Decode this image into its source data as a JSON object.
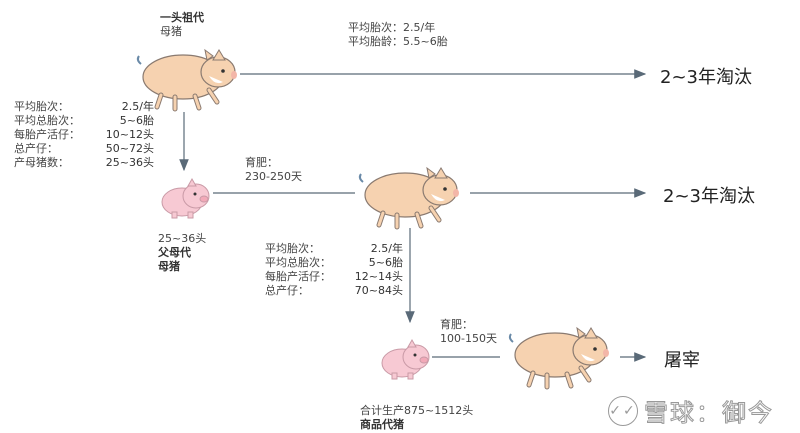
{
  "nodes": {
    "grandparent": {
      "title_line1": "一头祖代",
      "title_line2": "母猪"
    },
    "grandparent_stats": [
      {
        "label": "平均胎次：",
        "value": "2.5/年"
      },
      {
        "label": "平均总胎次：",
        "value": "5~6胎"
      },
      {
        "label": "每胎产活仔：",
        "value": "10~12头"
      },
      {
        "label": "总产仔：",
        "value": "50~72头"
      },
      {
        "label": "产母猪数：",
        "value": "25~36头"
      }
    ],
    "grandparent_culling_note": {
      "line1": "平均胎次：2.5/年",
      "line2": "平均胎龄：5.5~6胎"
    },
    "parent": {
      "count": "25~36头",
      "title_line1": "父母代",
      "title_line2": "母猪"
    },
    "parent_fattening": {
      "label": "育肥：",
      "days": "230-250天"
    },
    "parent_stats": [
      {
        "label": "平均胎次：",
        "value": "2.5/年"
      },
      {
        "label": "平均总胎次：",
        "value": "5~6胎"
      },
      {
        "label": "每胎产活仔：",
        "value": "12~14头"
      },
      {
        "label": "总产仔：",
        "value": "70~84头"
      }
    ],
    "commercial": {
      "total": "合计生产875~1512头",
      "title": "商品代猪"
    },
    "commercial_fattening": {
      "label": "育肥：",
      "days": "100-150天"
    }
  },
  "outcomes": {
    "top": "2~3年淘汰",
    "middle": "2~3年淘汰",
    "bottom": "屠宰"
  },
  "watermark": {
    "logo": "✓✓",
    "text": "雪球：御今"
  },
  "colors": {
    "arrow": "#5a6a78",
    "pig_body": "#f6d2b0",
    "piglet_body": "#f7c9d3",
    "outline": "#8a7a70"
  }
}
